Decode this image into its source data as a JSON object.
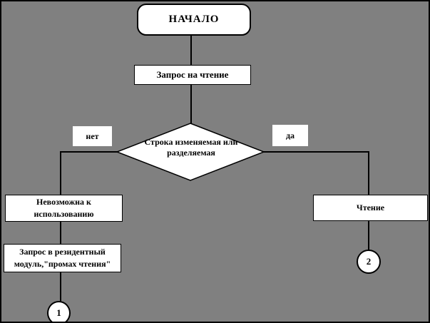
{
  "colors": {
    "background": "#808080",
    "shape_fill": "#ffffff",
    "stroke": "#000000"
  },
  "flowchart": {
    "start": "НАЧАЛО",
    "request_read": "Запрос на чтение",
    "decision": {
      "line1": "Строка изменяемая или",
      "line2": "разделяемая"
    },
    "branch_no": "нет",
    "branch_yes": "да",
    "unusable": {
      "line1": "Невозможна к",
      "line2": "использованию"
    },
    "resident_request": {
      "line1": "Запрос в резидентный",
      "line2": "модуль,\"промах чтения\""
    },
    "read": "Чтение",
    "offpage_1": "1",
    "offpage_2": "2"
  }
}
